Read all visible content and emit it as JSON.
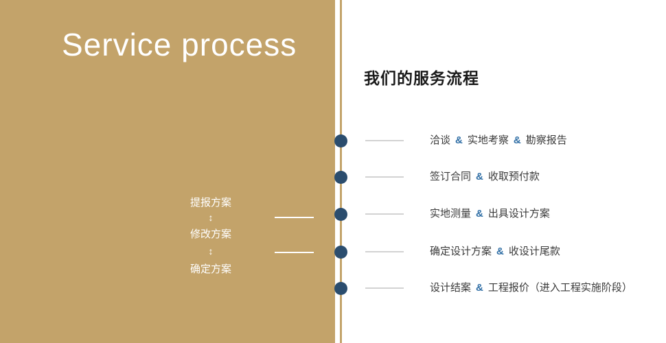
{
  "colors": {
    "panel_tan": "#c3a36a",
    "dot_navy": "#2b4d6e",
    "amp_blue": "#2f6ea5",
    "body_text": "#3a3a3a",
    "lead_line_gray": "#d2d2d2"
  },
  "left_panel": {
    "title": "Service process",
    "flow": {
      "steps": [
        "提报方案",
        "修改方案",
        "确定方案"
      ],
      "arrow": "↕"
    }
  },
  "right_panel": {
    "title": "我们的服务流程",
    "amp": "&",
    "steps": [
      {
        "parts": [
          "洽谈",
          "实地考察",
          "勘察报告"
        ]
      },
      {
        "parts": [
          "签订合同",
          "收取预付款"
        ]
      },
      {
        "parts": [
          "实地测量",
          "出具设计方案"
        ]
      },
      {
        "parts": [
          "确定设计方案",
          "收设计尾款"
        ]
      },
      {
        "parts": [
          "设计结案",
          "工程报价（进入工程实施阶段）"
        ]
      }
    ]
  }
}
